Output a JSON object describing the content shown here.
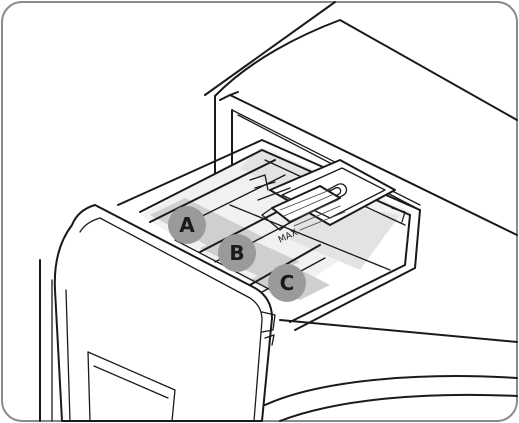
{
  "diagram": {
    "compartments": [
      {
        "id": "A",
        "label": "A"
      },
      {
        "id": "B",
        "label": "B"
      },
      {
        "id": "C",
        "label": "C"
      }
    ],
    "max_marking": "MAX",
    "colors": {
      "outline": "#1a1a1a",
      "marker_fill": "#9a9a9a",
      "tray_shade": "#cfcfcf",
      "frame_border": "#8a8a8a"
    }
  }
}
